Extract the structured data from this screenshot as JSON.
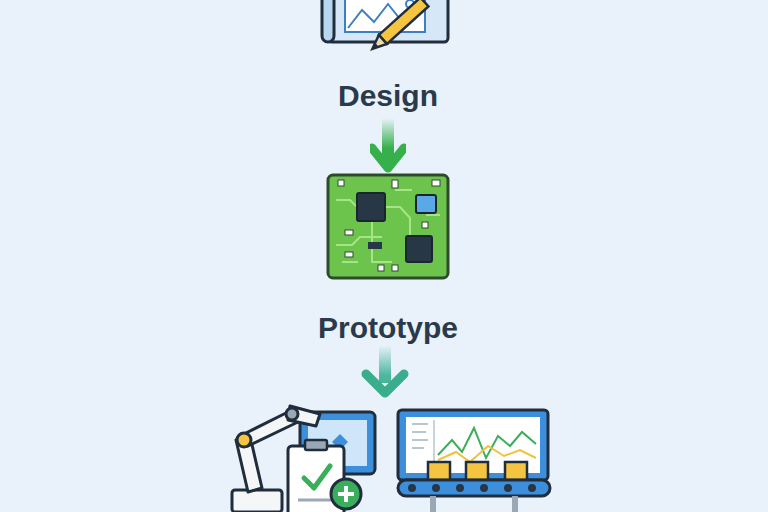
{
  "diagram": {
    "nodes": [
      {
        "text": [
          "Design"
        ]
      },
      {
        "text": [
          "Prototype"
        ]
      }
    ],
    "edges": [
      {
        "from": 0,
        "to": 1,
        "arrow": "to"
      }
    ]
  }
}
